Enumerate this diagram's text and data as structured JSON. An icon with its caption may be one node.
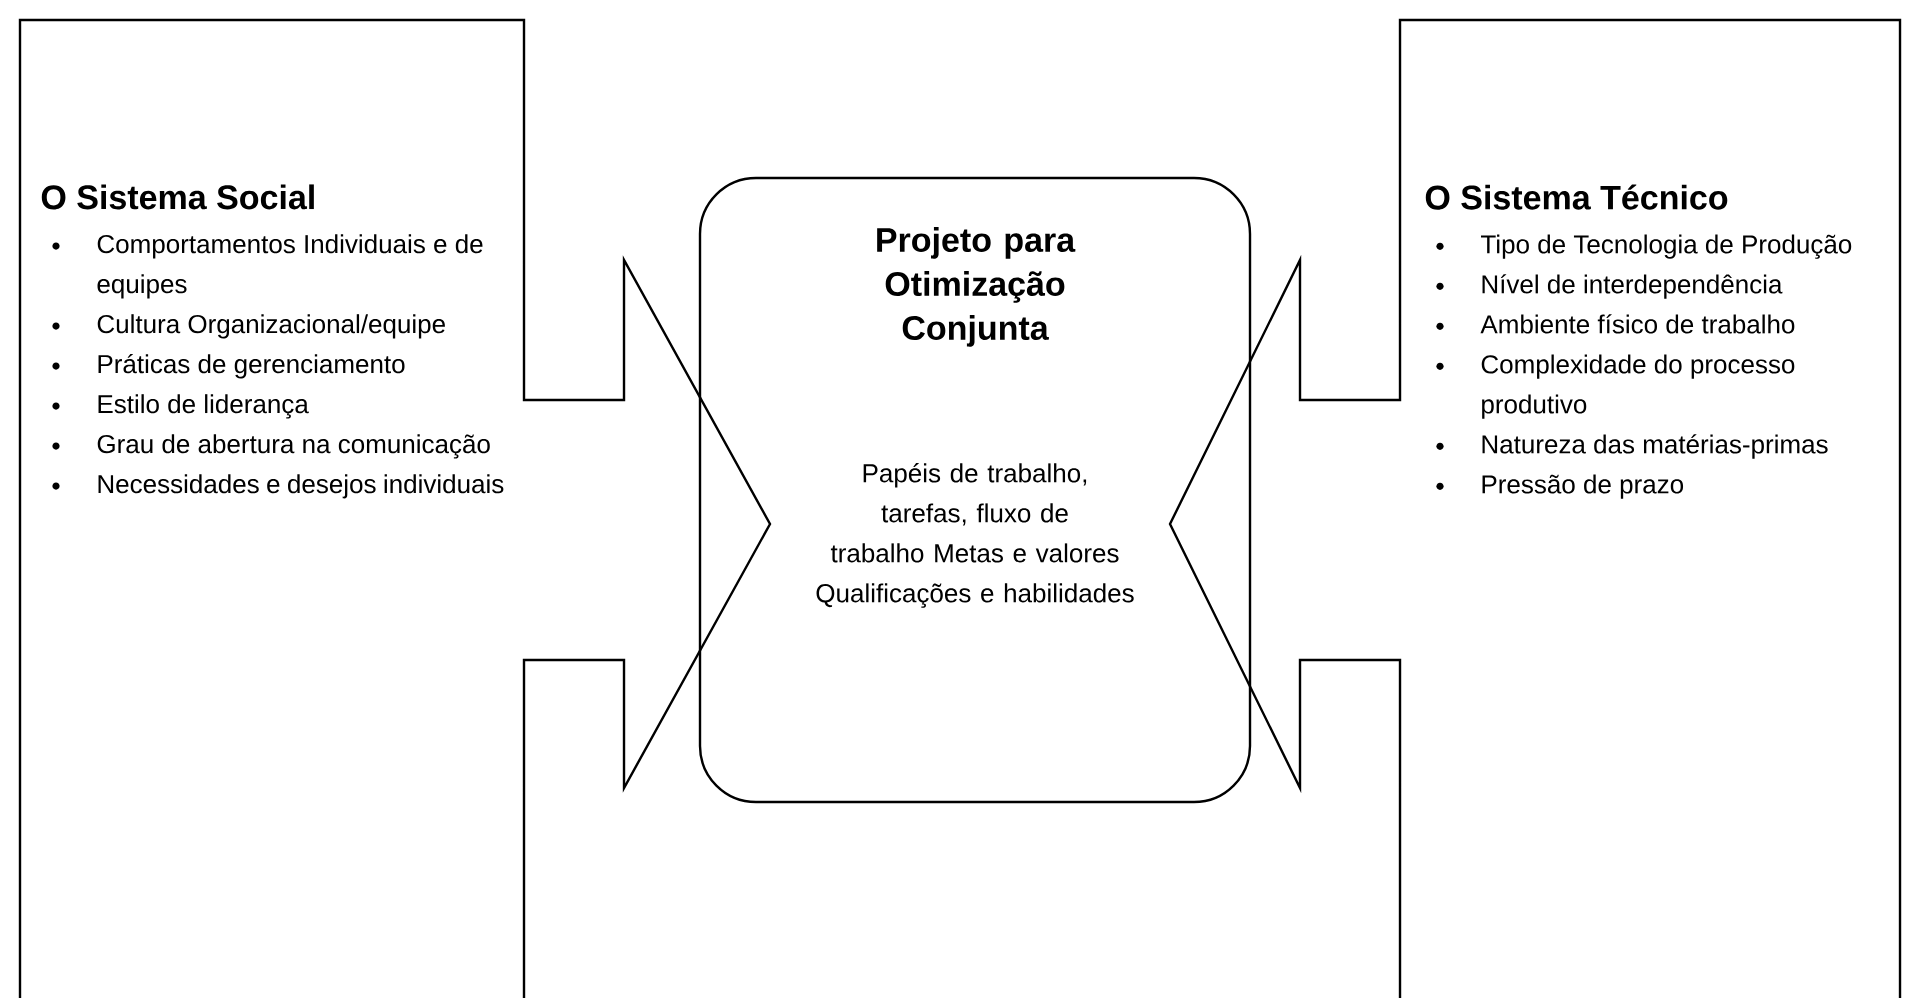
{
  "diagram": {
    "nodes": [
      {
        "text": [
          "O Sistema Social",
          "Comportamentos Individuais e de equipes",
          "Cultura Organizacional/equipe",
          "Práticas de gerenciamento",
          "Estilo de liderança",
          "Grau de abertura na comunicação",
          "Necessidades e desejos individuais"
        ]
      },
      {
        "text": [
          "Projeto para Otimização Conjunta",
          "Papéis de trabalho, tarefas, fluxo de trabalho Metas e valores Qualificações e habilidades"
        ]
      },
      {
        "text": [
          "O Sistema Técnico",
          "Tipo de Tecnologia de Produção",
          "Nível de interdependência",
          "Ambiente físico de trabalho",
          "Complexidade do processo produtivo",
          "Natureza das matérias-primas",
          "Pressão de prazo"
        ]
      }
    ]
  }
}
